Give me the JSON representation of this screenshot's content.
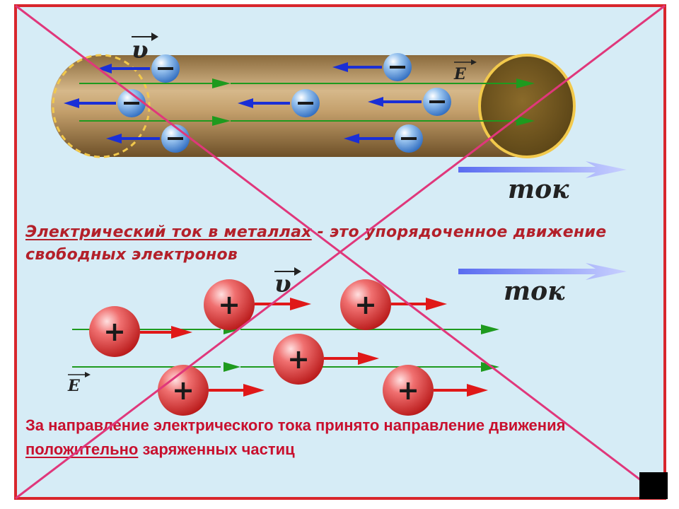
{
  "top_caption": {
    "underlined": "Электрический ток в металлах",
    "rest": " - это упорядоченное движение свободных электронов"
  },
  "bottom_caption": {
    "part1": "За направление электрического тока принято направление движения ",
    "underlined": "положительно",
    "part2": " заряженных частиц"
  },
  "labels": {
    "current_top": "ток",
    "current_bottom": "ток",
    "field_top": "E",
    "field_bottom": "E",
    "velocity_top": "υ",
    "velocity_bottom": "υ",
    "electron_sign": "−",
    "ion_sign": "+"
  },
  "colors": {
    "frame_border": "#d8262c",
    "background": "#d6ecf6",
    "cross_lines": "#e0377b",
    "conductor": "#b08850",
    "field_lines": "#1e9a1e",
    "electron": "#4a88d4",
    "electron_arrows": "#1a2fd6",
    "ion": "#e03030",
    "ion_arrows": "#e01818",
    "current_arrow": "#6f7ff0"
  }
}
